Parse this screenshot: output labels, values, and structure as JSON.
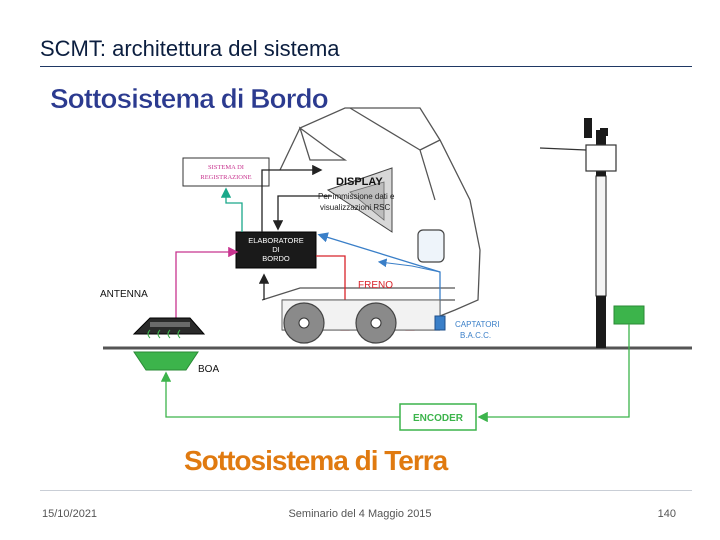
{
  "slide": {
    "title": "SCMT: architettura del sistema",
    "footer_date": "15/10/2021",
    "footer_center": "Seminario del 4 Maggio 2015",
    "page_number": "140"
  },
  "diagram": {
    "heading_top": "Sottosistema di Bordo",
    "heading_bottom": "Sottosistema di Terra",
    "registration_line1": "SISTEMA DI",
    "registration_line2": "REGISTRAZIONE",
    "display_title": "DISPLAY",
    "display_line1": "Per immissione dati e",
    "display_line2": "visualizzazioni RSC",
    "processor_line1": "ELABORATORE",
    "processor_line2": "DI",
    "processor_line3": "BORDO",
    "brake_label": "FRENO",
    "antenna_label": "ANTENNA",
    "sensors_line1": "CAPTATORI",
    "sensors_line2": "B.A.C.C.",
    "balise_label": "BOA",
    "encoder_label": "ENCODER",
    "colors": {
      "heading_top": "#2b3a8f",
      "heading_bottom": "#e07a10",
      "green": "#3cb44b",
      "teal": "#1aa88a",
      "magenta": "#c8348f",
      "red": "#d8232a",
      "blue": "#3a7fc8",
      "dark": "#222222"
    }
  }
}
